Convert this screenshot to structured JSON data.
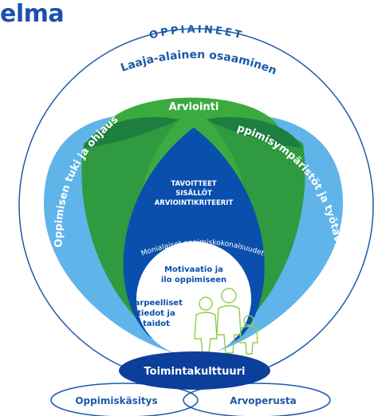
{
  "header": {
    "logo_text": "elma"
  },
  "diagram": {
    "outer_title": "OPPIAINEET",
    "outer_subtitle": "Laaja-alainen osaaminen",
    "assessment": "Arviointi",
    "learning_support": "Oppimisen tuki ja ohjaus",
    "learning_environments": "Oppimisympäristöt ja työtavat",
    "core_lines": [
      "TAVOITTEET",
      "SISÄLLÖT",
      "ARVIOINTIKRITEERIT"
    ],
    "modules": "Monialaiset oppimiskokonaisuudet",
    "motivation_lines": [
      "Motivaatio ja",
      "ilo oppimiseen"
    ],
    "skills_lines": [
      "Tarpeelliset",
      "tiedot ja",
      "taidot"
    ],
    "culture": "Toimintakulttuuri",
    "concept_of_learning": "Oppimiskäsitys",
    "value_basis": "Arvoperusta"
  },
  "colors": {
    "logo": "#1c4fb0",
    "outer_ring": "#1d5aa8",
    "light_blue": "#5fb4ea",
    "green": "#3bab3f",
    "dark_green": "#1e7e3f",
    "navy": "#0a4fae",
    "deep_navy": "#0c3f9b",
    "figures": "#8ccf4a"
  }
}
